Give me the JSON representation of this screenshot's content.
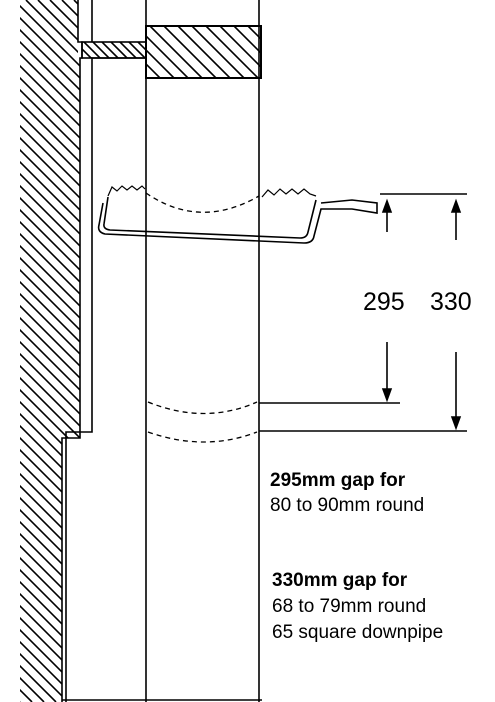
{
  "dimensions": {
    "inner_gap": "295",
    "outer_gap": "330"
  },
  "notes": {
    "first": {
      "heading": "295mm gap for",
      "lines": [
        "80 to 90mm round"
      ]
    },
    "second": {
      "heading": "330mm gap for",
      "lines": [
        "68 to 79mm round",
        "65 square downpipe"
      ]
    }
  },
  "colors": {
    "stroke": "#000000",
    "background": "#ffffff"
  }
}
